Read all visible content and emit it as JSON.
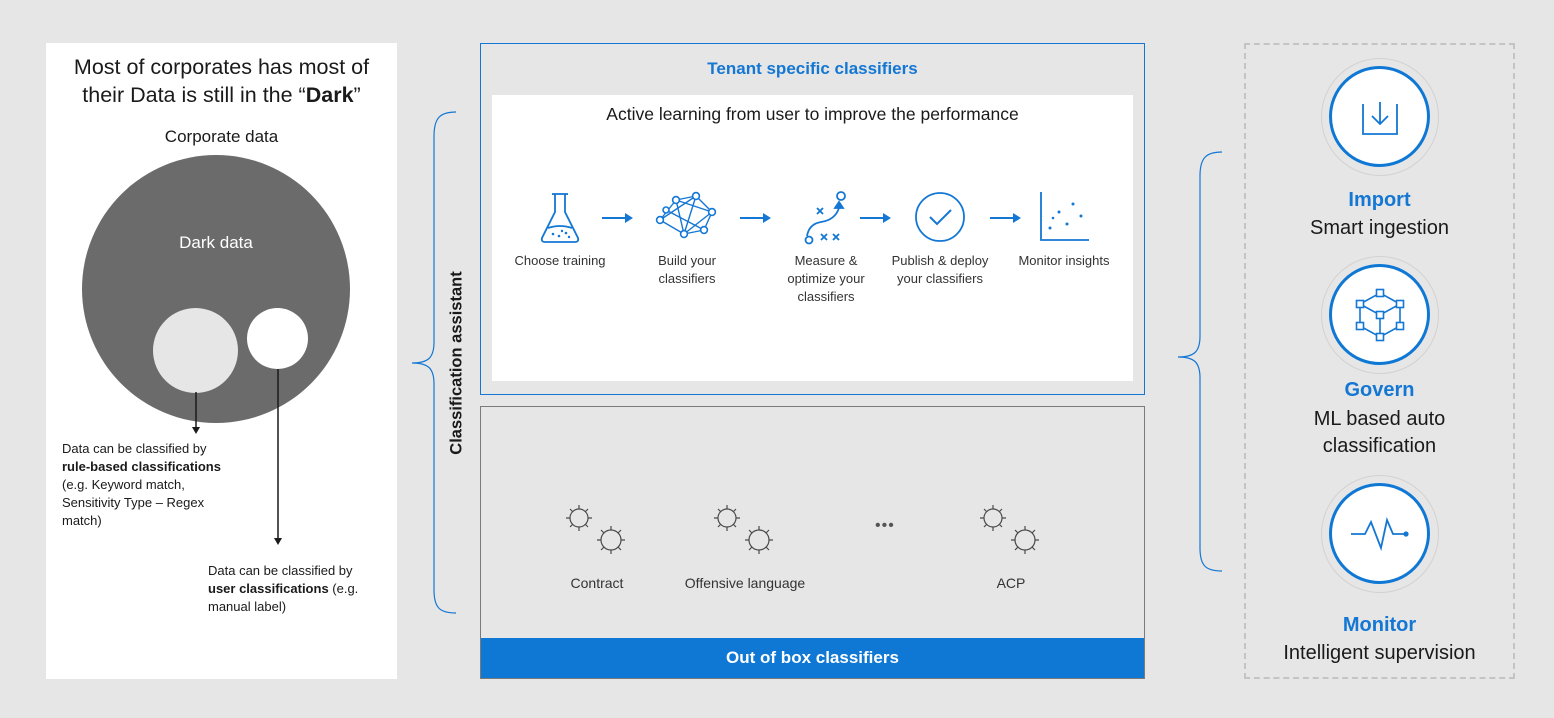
{
  "left": {
    "headline_line1": "Most of corporates has most of",
    "headline_line2_prefix": "their Data is still in the “",
    "headline_bold": "Dark",
    "headline_line2_suffix": "”",
    "corporate_label": "Corporate data",
    "dark_label": "Dark data",
    "rule_note": {
      "prefix": "Data can be classified by",
      "bold": "rule-based classifications",
      "suffix": " (e.g. Keyword match, Sensitivity Type – Regex match)"
    },
    "user_note": {
      "prefix": "Data can be classified by",
      "bold": "user classifications",
      "suffix": " (e.g. manual label)"
    }
  },
  "assistant_label": "Classification assistant",
  "tenant": {
    "title": "Tenant specific classifiers",
    "learning_title": "Active learning from user to improve the performance",
    "steps": [
      {
        "label": "Choose training",
        "icon": "flask-icon"
      },
      {
        "label": "Build your classifiers",
        "icon": "network-icon"
      },
      {
        "label": "Measure & optimize your classifiers",
        "icon": "strategy-icon"
      },
      {
        "label": "Publish & deploy your classifiers",
        "icon": "checkmark-icon"
      },
      {
        "label": "Monitor insights",
        "icon": "scatter-icon"
      }
    ]
  },
  "oob": {
    "title": "Out of box classifiers",
    "items": [
      {
        "label": "Contract",
        "icon": "bug-icon"
      },
      {
        "label": "Offensive language",
        "icon": "bug-icon"
      },
      {
        "label": "ACP",
        "icon": "bug-icon"
      }
    ],
    "ellipsis": "•••"
  },
  "capabilities": [
    {
      "title": "Import",
      "subtitle": "Smart ingestion",
      "icon": "download-tray-icon"
    },
    {
      "title": "Govern",
      "subtitle_line1": "ML based auto",
      "subtitle_line2": "classification",
      "icon": "cube-network-icon"
    },
    {
      "title": "Monitor",
      "subtitle": "Intelligent supervision",
      "icon": "pulse-icon"
    }
  ],
  "colors": {
    "accent": "#1477d4",
    "bar": "#0f78d4",
    "dark_circle": "#6b6b6b",
    "background": "#e6e6e6"
  }
}
